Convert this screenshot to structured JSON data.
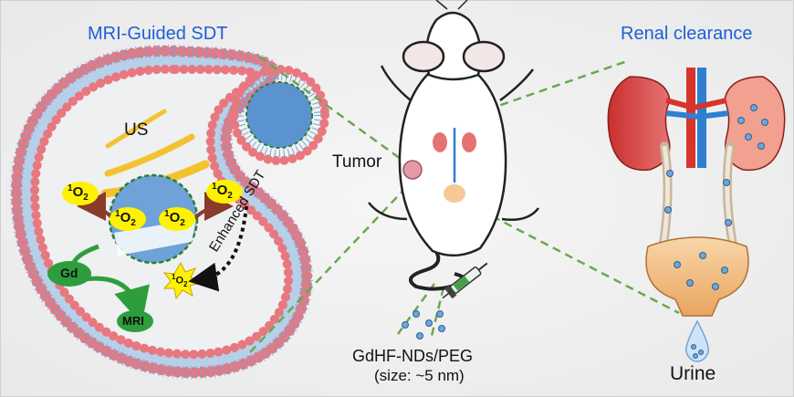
{
  "titles": {
    "left": "MRI-Guided SDT",
    "right": "Renal clearance"
  },
  "labels": {
    "tumor": "Tumor",
    "us": "US",
    "singlet_oxygen_prefix": "1",
    "singlet_oxygen_body": "O",
    "singlet_oxygen_sub": "2",
    "gd": "Gd",
    "mri": "MRI",
    "enhanced_sdt": "Enhanced SDT",
    "agent_name": "GdHF-NDs/PEG",
    "agent_size": "(size: ~5 nm)",
    "urine": "Urine"
  },
  "colors": {
    "title_blue": "#1f5fd6",
    "membrane_head": "#e8787f",
    "membrane_tail": "#6fa6da",
    "dashed_green": "#6aa84f",
    "yellow_bubble": "#fff200",
    "green_node": "#2e9e3c",
    "kidney_red": "#d9534f",
    "vein_blue": "#2f7fd1",
    "bladder_fill": "#f6c897"
  },
  "icons": [
    "cell-membrane-icon",
    "nanodot-icon",
    "mouse-icon",
    "kidney-icon",
    "bladder-icon",
    "syringe-icon",
    "droplet-icon"
  ]
}
